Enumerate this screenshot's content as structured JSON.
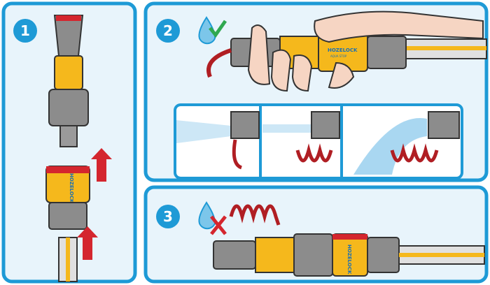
{
  "steps": [
    {
      "number": "1"
    },
    {
      "number": "2"
    },
    {
      "number": "3"
    }
  ],
  "product": {
    "brand": "HOZELOCK",
    "model": "AQUA STOP"
  },
  "colors": {
    "frame": "#1e9ad6",
    "panel": "#e8f4fb",
    "yellow": "#f5b81c",
    "red": "#d4262e",
    "grey": "#8c8c8c",
    "arrow": "#b01e23",
    "check": "#2fa84f"
  }
}
